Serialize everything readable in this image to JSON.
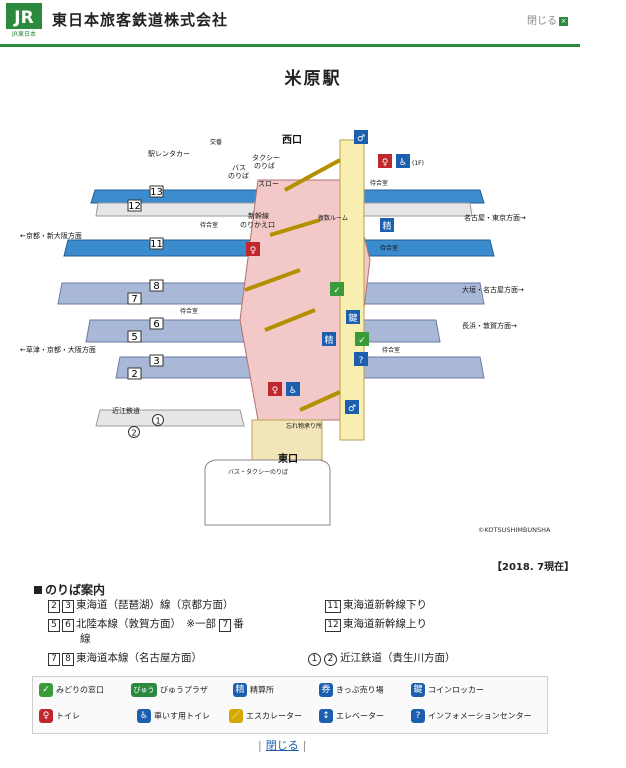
{
  "header": {
    "logo_text": "JR",
    "logo_sub": "JR東日本",
    "company": "東日本旅客鉄道株式会社",
    "close_label": "閉じる"
  },
  "title": "米原駅",
  "map": {
    "west_exit": "西口",
    "east_exit": "東口",
    "taxi": "タクシー\nのりば",
    "bus": "バス\nのりば",
    "slope": "スロー",
    "rental_car": "駅レンタカー",
    "koban": "交番",
    "shinkansen_transfer": "新幹線\nのりかえ口",
    "multi_room": "復数ルーム",
    "waiting": "待合室",
    "first_floor": "(1F)",
    "lost_found": "忘れ物承り所",
    "bus_taxi": "バス・タクシーのりば",
    "ohmi": "近江鉄道",
    "dir_nagoya_tokyo": "名古屋・東京方面→",
    "dir_kyoto_shinosaka": "←京都・新大阪方面",
    "dir_ogaki_nagoya": "大垣・名古屋方面→",
    "dir_nagahama": "長浜・敦賀方面→",
    "dir_kusatsu": "←草津・京都・大阪方面",
    "copyright": "©KOTSUSHIMBUNSHA"
  },
  "date": "【2018. 7現在】",
  "legend": {
    "title": "のりば案内",
    "rows": [
      {
        "nums": [
          "2",
          "3"
        ],
        "text": "東海道（琵琶湖）線（京都方面）"
      },
      {
        "nums": [
          "5",
          "6"
        ],
        "text": "北陸本線（敦賀方面）　※一部",
        "extra_num": "7",
        "extra": "番"
      },
      {
        "nums": [
          "7",
          "8"
        ],
        "text": "東海道本線（名古屋方面）"
      }
    ],
    "wrap_text": "線",
    "right_rows": [
      {
        "nums": [
          "11"
        ],
        "text": "東海道新幹線下り"
      },
      {
        "nums": [
          "12"
        ],
        "text": "東海道新幹線上り"
      },
      {
        "nums": [
          "1",
          "2"
        ],
        "text": "近江鉄道（貴生川方面）"
      }
    ]
  },
  "icons": [
    {
      "name": "midori",
      "sym": "✓",
      "label": "みどりの窓口",
      "color": "#3a9b3a"
    },
    {
      "name": "view",
      "sym": "びゅう",
      "label": "びゅうプラザ",
      "color": "#2b8a3e"
    },
    {
      "name": "seisan",
      "sym": "精",
      "label": "精算所",
      "color": "#1b5fae"
    },
    {
      "name": "ticket",
      "sym": "券",
      "label": "きっぷ売り場",
      "color": "#1b5fae"
    },
    {
      "name": "locker",
      "sym": "鍵",
      "label": "コインロッカー",
      "color": "#1b5fae"
    },
    {
      "name": "toilet",
      "sym": "♀",
      "label": "トイレ",
      "color": "#c0282d"
    },
    {
      "name": "wheelchair",
      "sym": "♿",
      "label": "車いす用トイレ",
      "color": "#1b5fae"
    },
    {
      "name": "escalator",
      "sym": "／",
      "label": "エスカレーター",
      "color": "#d4a800"
    },
    {
      "name": "elevator",
      "sym": "↕",
      "label": "エレベーター",
      "color": "#1b5fae"
    },
    {
      "name": "info",
      "sym": "?",
      "label": "インフォメーションセンター",
      "color": "#1b5fae"
    }
  ],
  "footer": {
    "close_label": "閉じる"
  }
}
